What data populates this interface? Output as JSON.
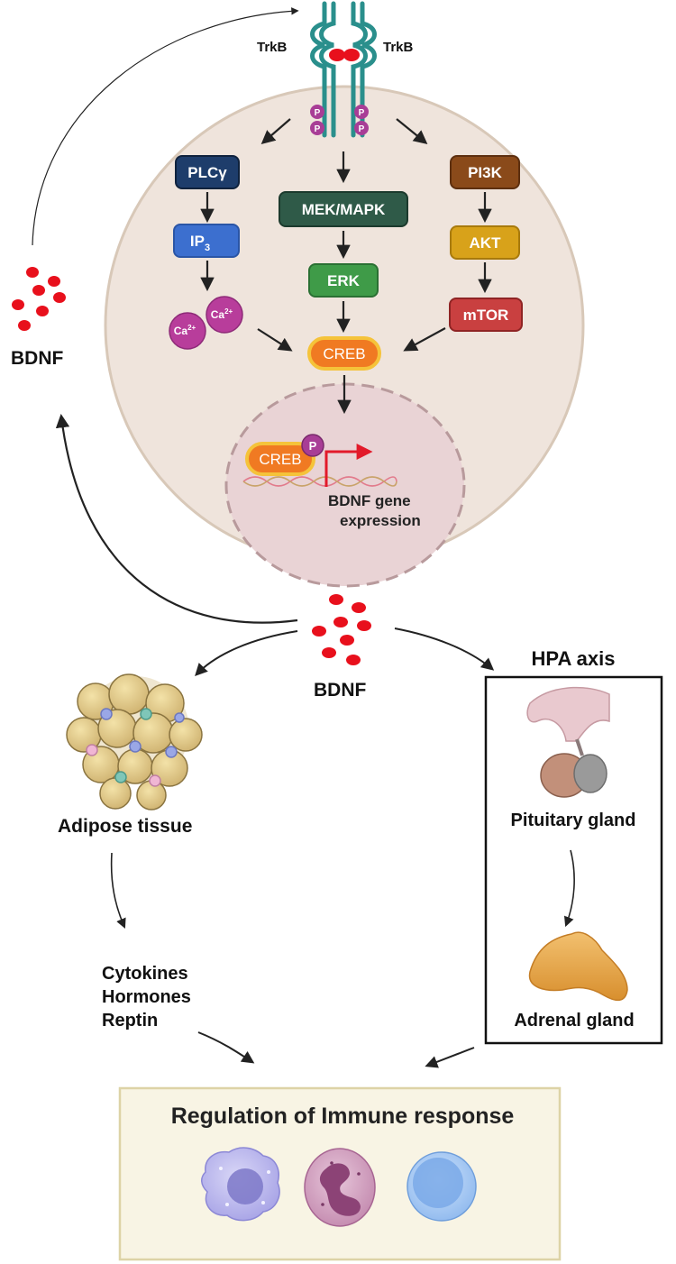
{
  "receptor": {
    "left_label": "TrkB",
    "right_label": "TrkB",
    "phospho": "P"
  },
  "pathways": {
    "left": {
      "step1": "PLCγ",
      "step2_main": "IP",
      "step2_sub": "3",
      "ion": "Ca",
      "ion_charge": "2+"
    },
    "middle": {
      "step1": "MEK/MAPK",
      "step2": "ERK"
    },
    "right": {
      "step1": "PI3K",
      "step2": "AKT",
      "step3": "mTOR"
    },
    "converge": "CREB"
  },
  "nucleus": {
    "creb": "CREB",
    "phospho": "P",
    "gene_line1": "BDNF gene",
    "gene_line2": "expression"
  },
  "bdnf_left": "BDNF",
  "bdnf_center": "BDNF",
  "adipose": {
    "label": "Adipose tissue",
    "outputs": [
      "Cytokines",
      "Hormones",
      "Reptin"
    ]
  },
  "hpa": {
    "title": "HPA axis",
    "pituitary": "Pituitary gland",
    "adrenal": "Adrenal gland"
  },
  "immune": {
    "title": "Regulation of Immune response"
  },
  "colors": {
    "membrane": "#2a8f8c",
    "cell_fill": "#efe4dc",
    "cell_border": "#d8c8b8",
    "nucleus_fill": "#e9d3d5",
    "nucleus_border": "#b89a9c",
    "plc": "#1e3d6b",
    "ip3": "#3c6fcf",
    "mek": "#2f5a48",
    "erk": "#3f9b48",
    "pi3k": "#8a4a1a",
    "akt": "#d8a21a",
    "mtor": "#c94040",
    "creb_fill": "#f07a22",
    "creb_border": "#f5c33a",
    "calcium": "#b83d9b",
    "phospho": "#a83d96",
    "bdnf_dot": "#e8101c",
    "immune_bg": "#f8f4e4",
    "immune_border": "#ddd3a6",
    "arrow_red": "#e21a2a"
  }
}
